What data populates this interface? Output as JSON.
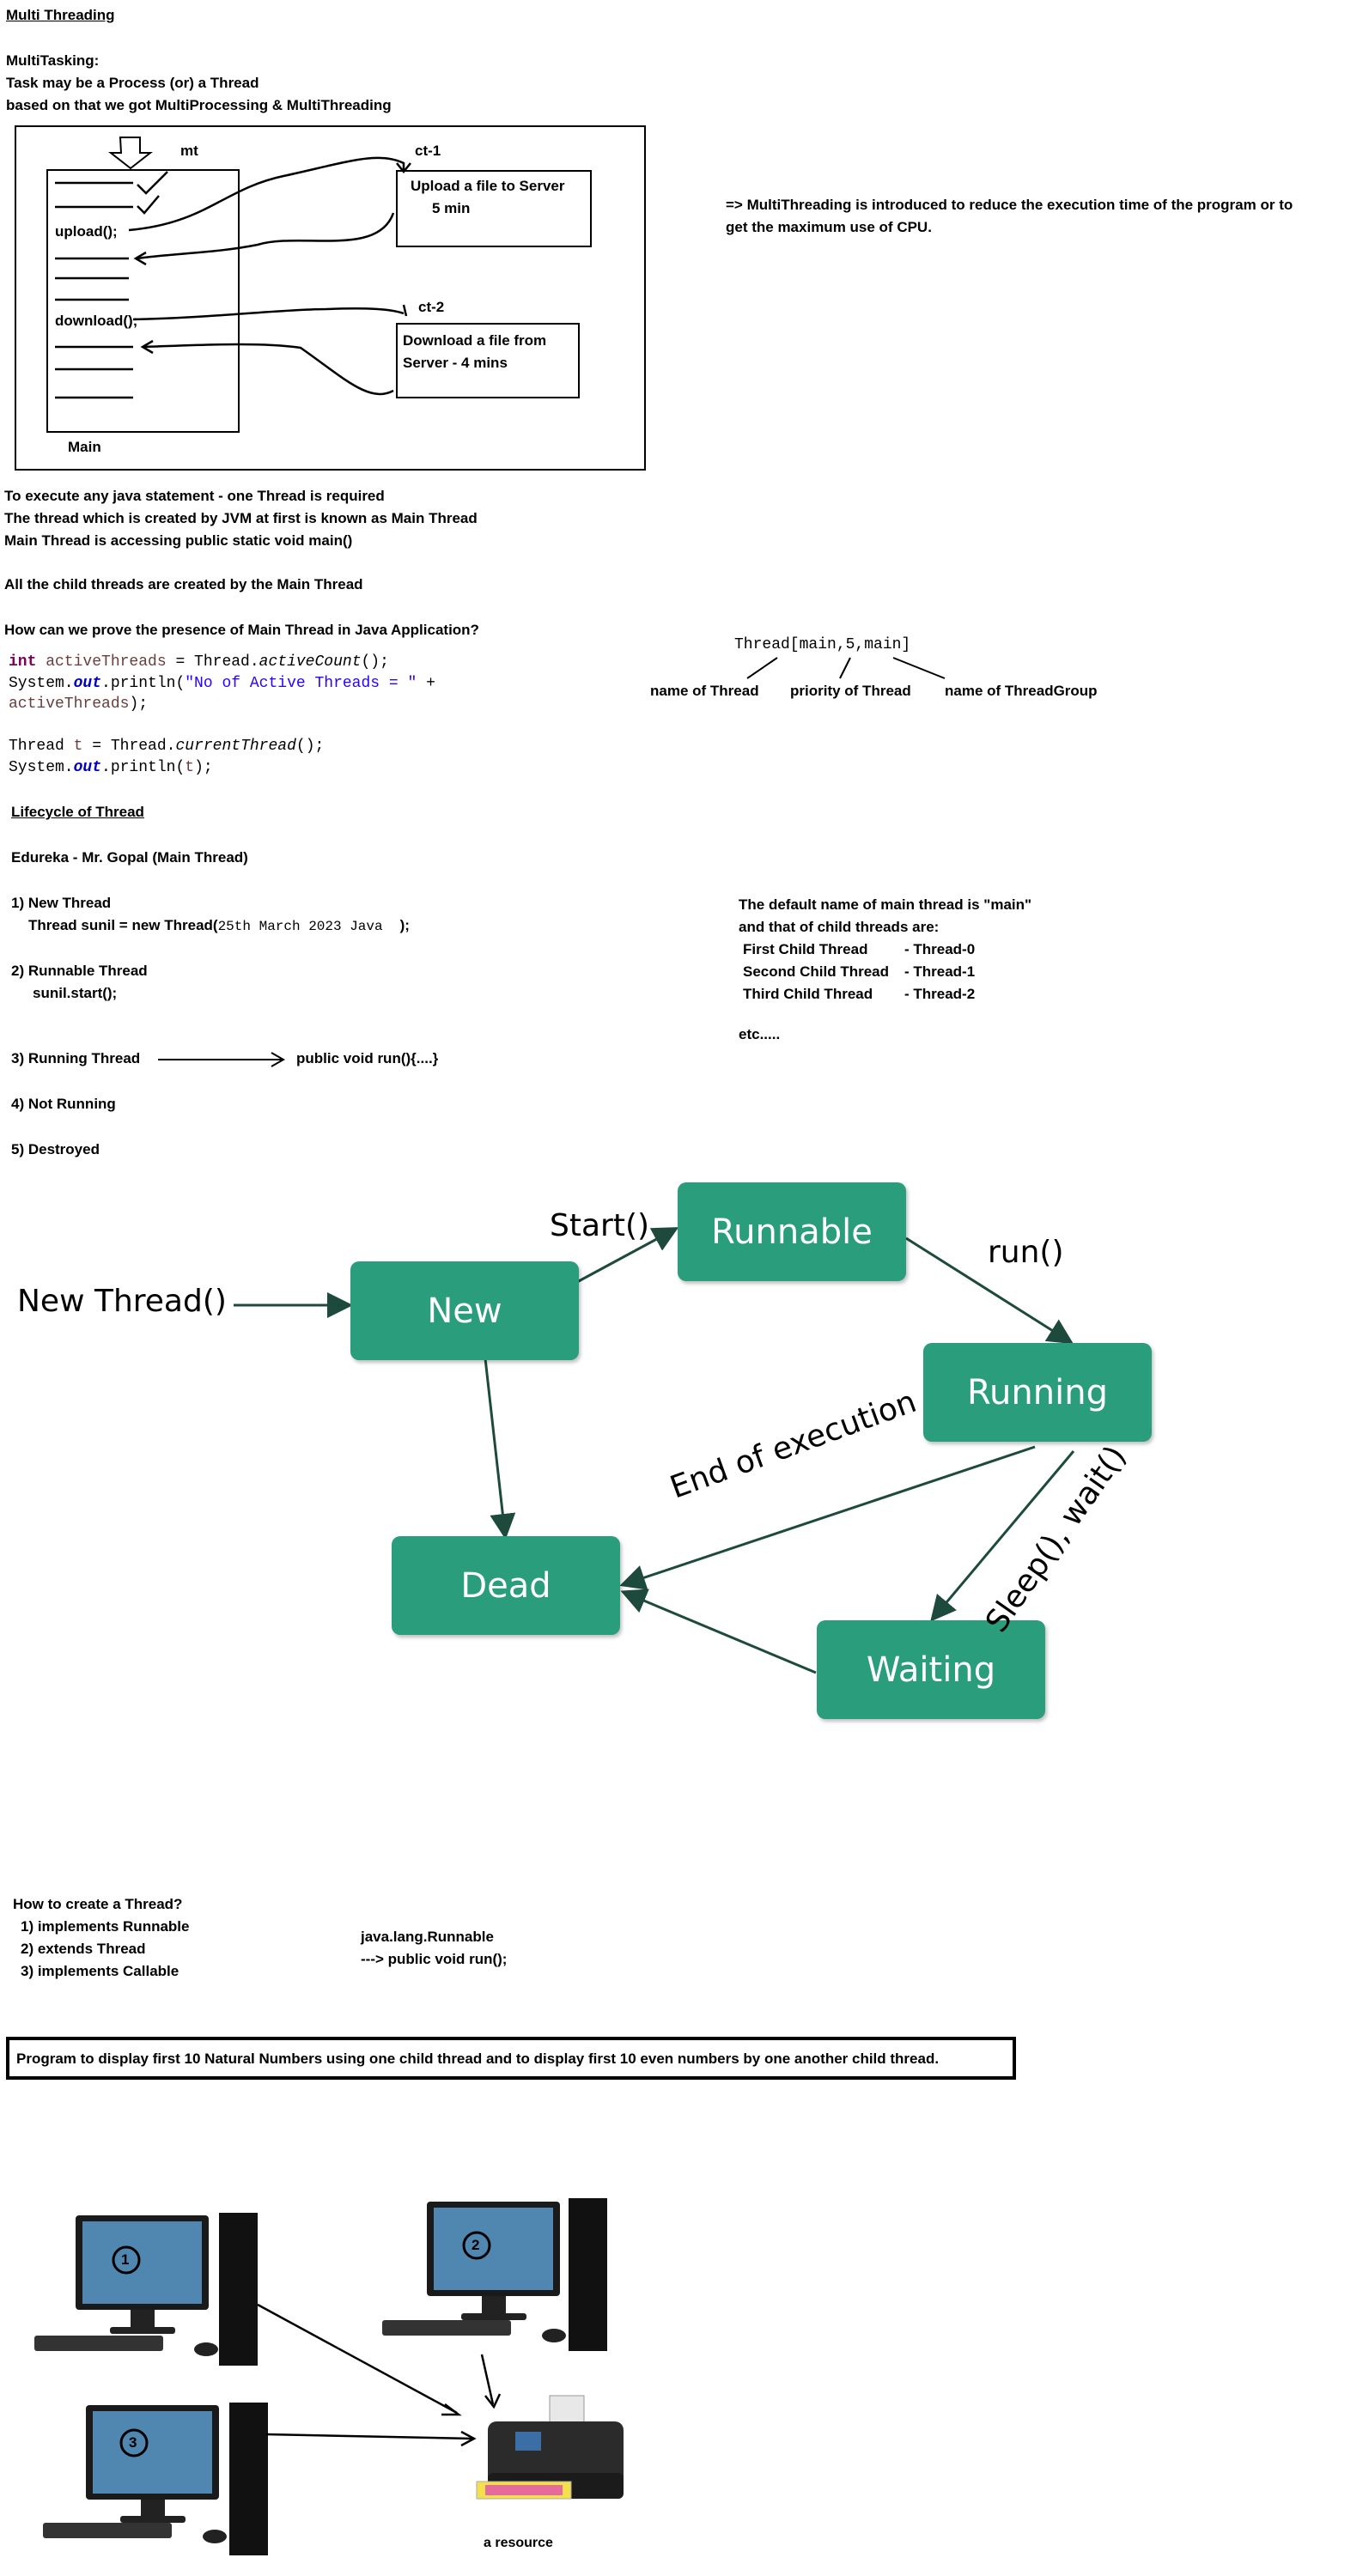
{
  "header": {
    "title": "Multi Threading",
    "multitasking": "MultiTasking:",
    "task_line": "Task may be a Process (or) a Thread",
    "based_line": "based on that we got MultiProcessing & MultiThreading"
  },
  "sketch": {
    "mt": "mt",
    "upload": "upload();",
    "download": "download();",
    "main": "Main",
    "ct1": "ct-1",
    "ct2": "ct-2",
    "upload_box_1": "Upload a file to Server",
    "upload_box_2": "5 min",
    "download_box_1": "Download a file from",
    "download_box_2": "Server   - 4 mins"
  },
  "mt_note": {
    "line1": "=> MultiThreading is introduced to reduce the execution time of the program or to",
    "line2": "get the maximum use of CPU."
  },
  "main_thread": {
    "l1": "To execute any java statement - one Thread is required",
    "l2": "The thread which is created by JVM at first is known as Main Thread",
    "l3": "Main Thread is accessing public static void main()",
    "l4": "All the child threads are created by the Main Thread",
    "question": "How can we prove the presence of Main Thread in Java Application?"
  },
  "code": {
    "c1_kw": "int",
    "c1_var": " activeThreads",
    "c1_rest": " = Thread.",
    "c1_method": "activeCount",
    "c1_end": "();",
    "c2_a": "System.",
    "c2_out": "out",
    "c2_b": ".println(",
    "c2_str": "\"No of Active Threads = \"",
    "c2_c": " +",
    "c3_var": "activeThreads",
    "c3_end": ");",
    "c4_a": "Thread ",
    "c4_var": "t",
    "c4_b": " = Thread.",
    "c4_method": "currentThread",
    "c4_end": "();",
    "c5_a": "System.",
    "c5_out": "out",
    "c5_b": ".println(",
    "c5_var": "t",
    "c5_end": ");"
  },
  "thread_repr": {
    "text": "Thread[main,5,main]",
    "name_label": "name of Thread",
    "priority_label": "priority of Thread",
    "group_label": "name of ThreadGroup"
  },
  "lifecycle": {
    "title": "Lifecycle of Thread",
    "edureka": "Edureka - Mr. Gopal (Main Thread)",
    "s1": "1) New Thread",
    "s1_code_a": "Thread sunil = new Thread(",
    "s1_code_b": "25th March 2023 Java",
    "s1_code_c": ");",
    "s2": "2) Runnable Thread",
    "s2_code": "sunil.start();",
    "s3": "3) Running Thread",
    "s3_run": "public void run(){....}",
    "s4": "4) Not Running",
    "s5": "5) Destroyed"
  },
  "default_names": {
    "l1": "The default name of main thread is \"main\"",
    "l2": "and that of child threads are:",
    "rows": [
      {
        "name": "First Child Thread",
        "value": "- Thread-0"
      },
      {
        "name": "Second Child Thread",
        "value": "- Thread-1"
      },
      {
        "name": "Third Child Thread",
        "value": "- Thread-2"
      }
    ],
    "etc": "etc....."
  },
  "diagram": {
    "start_label": "New Thread()",
    "new": "New",
    "runnable": "Runnable",
    "running": "Running",
    "dead": "Dead",
    "waiting": "Waiting",
    "edge_start": "Start()",
    "edge_run": "run()",
    "edge_end": "End of execution",
    "edge_sleep": "Sleep(), wait()",
    "node_color": "#2a9d7c",
    "arrow_color": "#1d4a3c"
  },
  "create": {
    "q": "How to create a Thread?",
    "i1": "1) implements Runnable",
    "i2": "2) extends Thread",
    "i3": "3) implements Callable",
    "runnable_pkg": "java.lang.Runnable",
    "runnable_method": "--->  public void run();"
  },
  "program_box": "Program to display first 10 Natural Numbers using one child thread and to display first 10 even numbers by one another child thread.",
  "resource": {
    "pc1": "1",
    "pc2": "2",
    "pc3": "3",
    "label": "a resource"
  }
}
